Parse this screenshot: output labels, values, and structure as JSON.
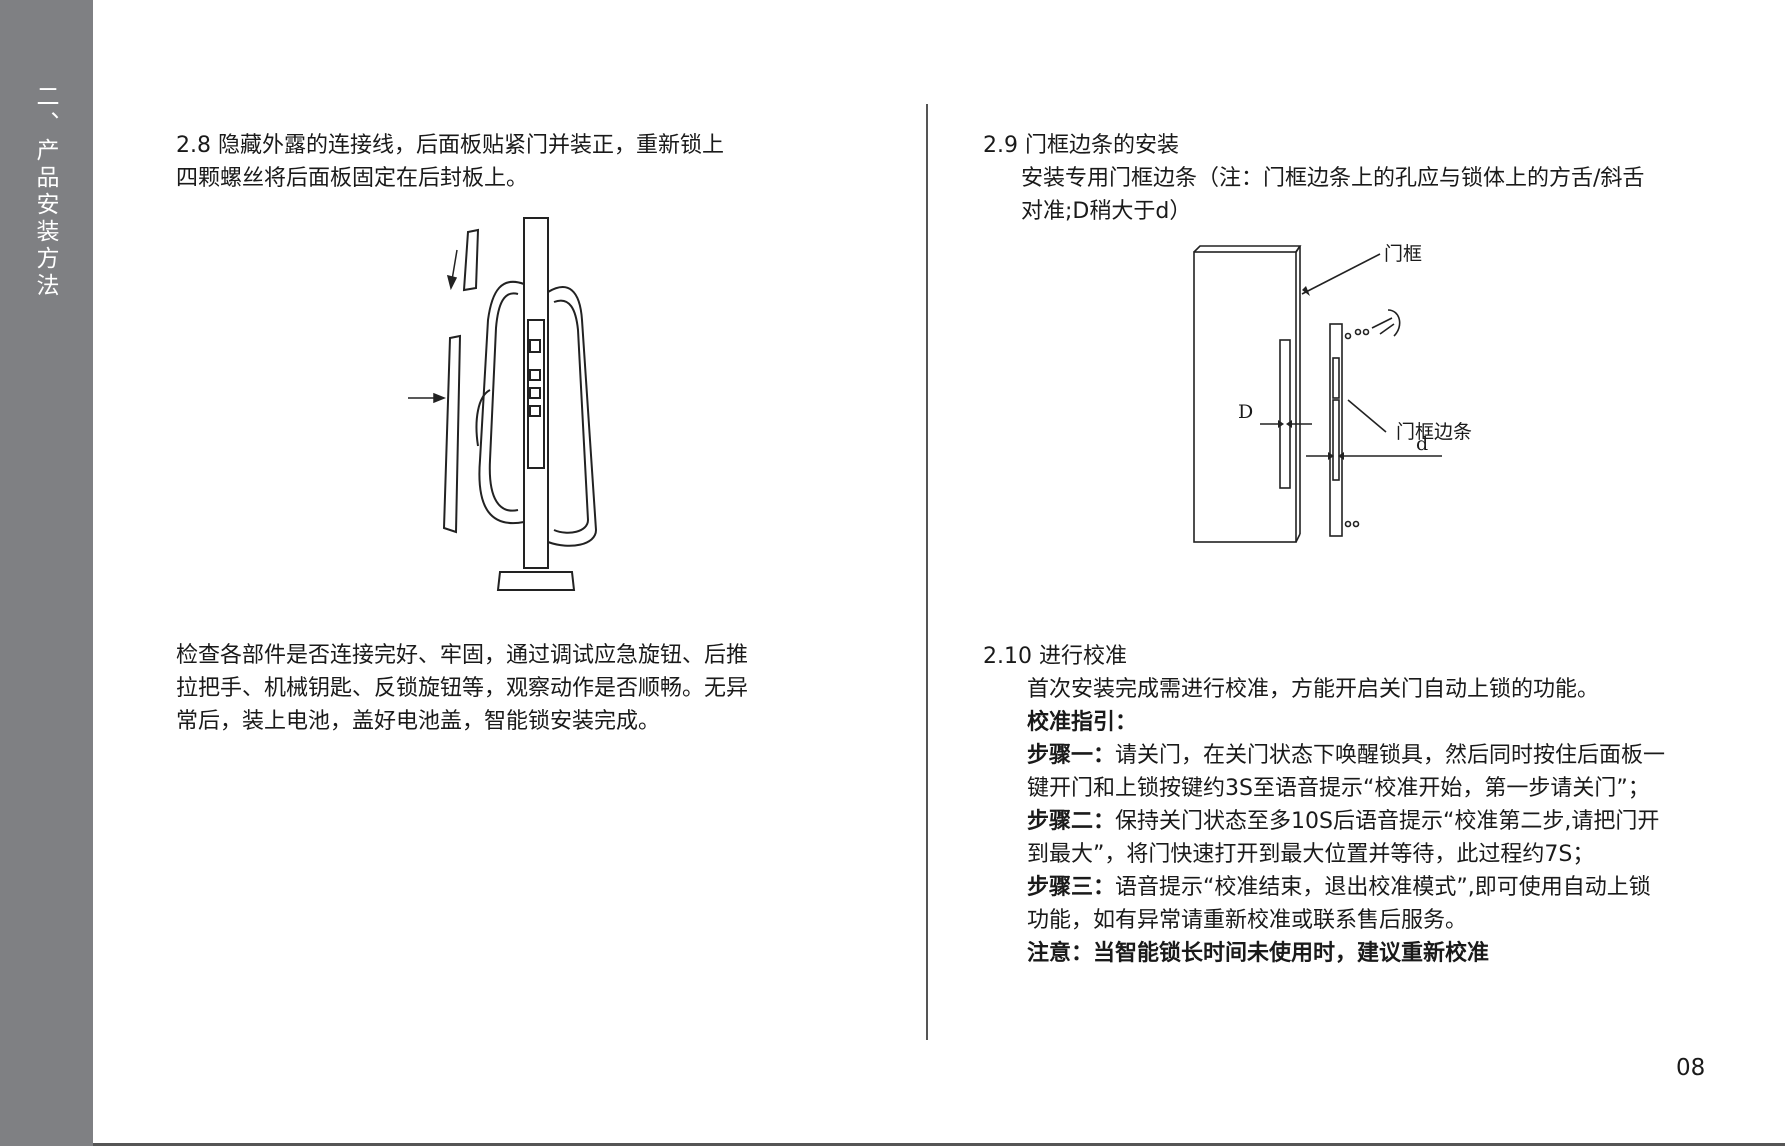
{
  "sidebar": {
    "section_title": "二、产品安装方法"
  },
  "left": {
    "step_2_8": {
      "line1": "2.8 隐藏外露的连接线，后面板贴紧门并装正，重新锁上",
      "line2": "四颗螺丝将后面板固定在后封板上。"
    },
    "check": {
      "line1": "检查各部件是否连接完好、牢固，通过调试应急旋钮、后推",
      "line2": "拉把手、机械钥匙、反锁旋钮等，观察动作是否顺畅。无异",
      "line3": "常后，装上电池，盖好电池盖，智能锁安装完成。"
    }
  },
  "right": {
    "step_2_9": {
      "heading": "2.9 门框边条的安装",
      "line1": "安装专用门框边条（注：门框边条上的孔应与锁体上的方舌/斜舌",
      "line2": "对准;D稍大于d）"
    },
    "figure_labels": {
      "frame": "门框",
      "strip": "门框边条",
      "D": "D",
      "d": "d"
    },
    "step_2_10": {
      "heading": "2.10 进行校准",
      "intro": "首次安装完成需进行校准，方能开启关门自动上锁的功能。",
      "guide_title": "校准指引：",
      "step1_label": "步骤一：",
      "step1_line1": "请关门，在关门状态下唤醒锁具，然后同时按住后面板一",
      "step1_line2": "键开门和上锁按键约3S至语音提示“校准开始，第一步请关门”；",
      "step2_label": "步骤二：",
      "step2_line1": "保持关门状态至多10S后语音提示“校准第二步,请把门开",
      "step2_line2": "到最大”，将门快速打开到最大位置并等待，此过程约7S；",
      "step3_label": "步骤三：",
      "step3_line1": "语音提示“校准结束，退出校准模式”,即可使用自动上锁",
      "step3_line2": "功能，如有异常请重新校准或联系售后服务。",
      "note": "注意：当智能锁长时间未使用时，建议重新校准"
    }
  },
  "page_number": "08"
}
